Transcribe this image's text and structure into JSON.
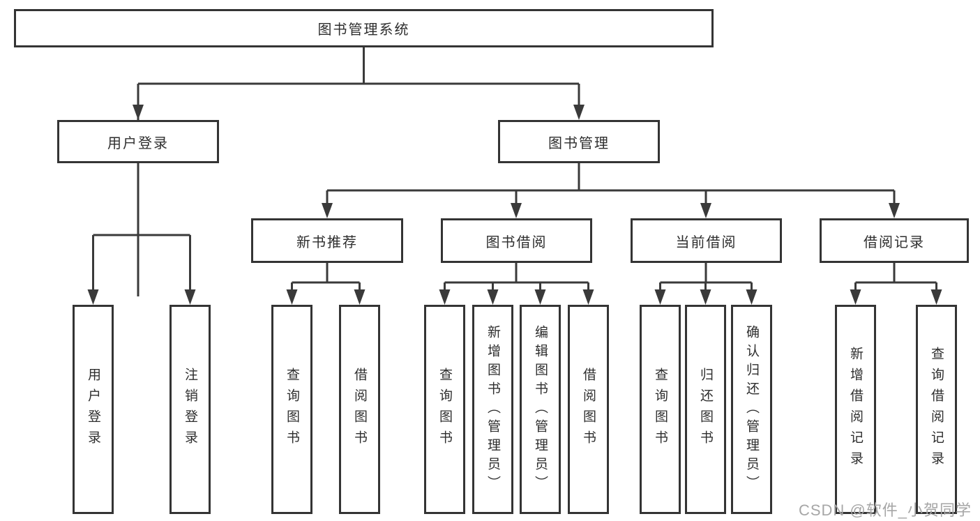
{
  "diagram": {
    "root": {
      "label": "图书管理系统"
    },
    "branches": [
      {
        "label": "用户登录",
        "children": [
          {
            "label": "用户登录"
          },
          {
            "label": "注销登录"
          }
        ]
      },
      {
        "label": "图书管理",
        "children": [
          {
            "label": "新书推荐",
            "children": [
              {
                "label": "查询图书"
              },
              {
                "label": "借阅图书"
              }
            ]
          },
          {
            "label": "图书借阅",
            "children": [
              {
                "label": "查询图书"
              },
              {
                "label": "新增图书（管理员）"
              },
              {
                "label": "编辑图书（管理员）"
              },
              {
                "label": "借阅图书"
              }
            ]
          },
          {
            "label": "当前借阅",
            "children": [
              {
                "label": "查询图书"
              },
              {
                "label": "归还图书"
              },
              {
                "label": "确认归还（管理员）"
              }
            ]
          },
          {
            "label": "借阅记录",
            "children": [
              {
                "label": "新增借阅记录"
              },
              {
                "label": "查询借阅记录"
              }
            ]
          }
        ]
      }
    ]
  },
  "watermark": {
    "text": "CSDN @软件_小贺同学"
  },
  "colors": {
    "line": "#3a3a3a",
    "box_border": "#343434",
    "box_background": "#ffffff",
    "text": "#2e2e2e",
    "watermark": "#a6a6a6",
    "page_background": "#ffffff"
  }
}
